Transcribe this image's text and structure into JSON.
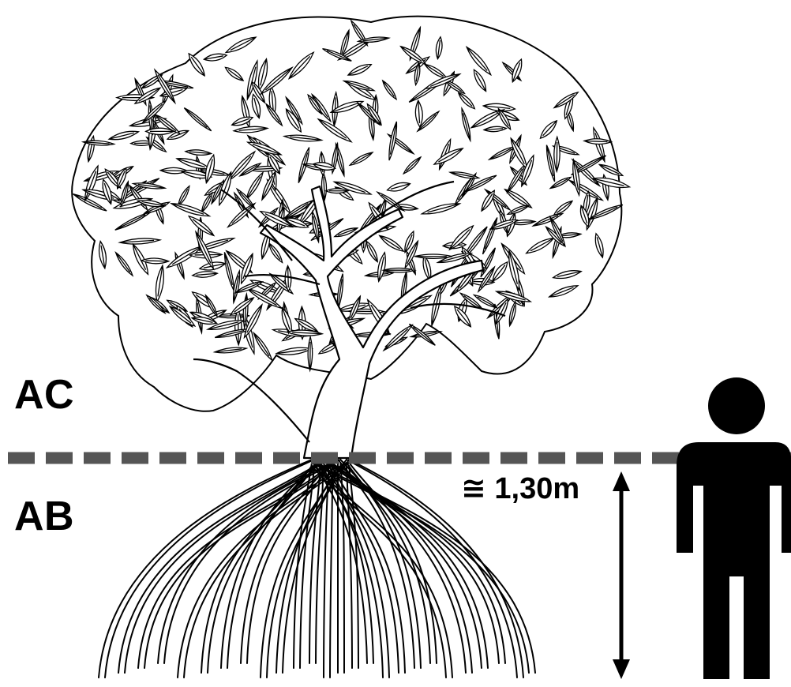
{
  "labels": {
    "above_ground": "AC",
    "below_ground": "AB",
    "measurement_height": "≅ 1,30m"
  },
  "icons": {
    "tree": "mangrove-tree-illustration",
    "person": "person-silhouette-icon",
    "arrow": "double-headed-vertical-arrow"
  },
  "colors": {
    "ink": "#000000",
    "dashed_line": "#555555",
    "background": "#ffffff"
  }
}
